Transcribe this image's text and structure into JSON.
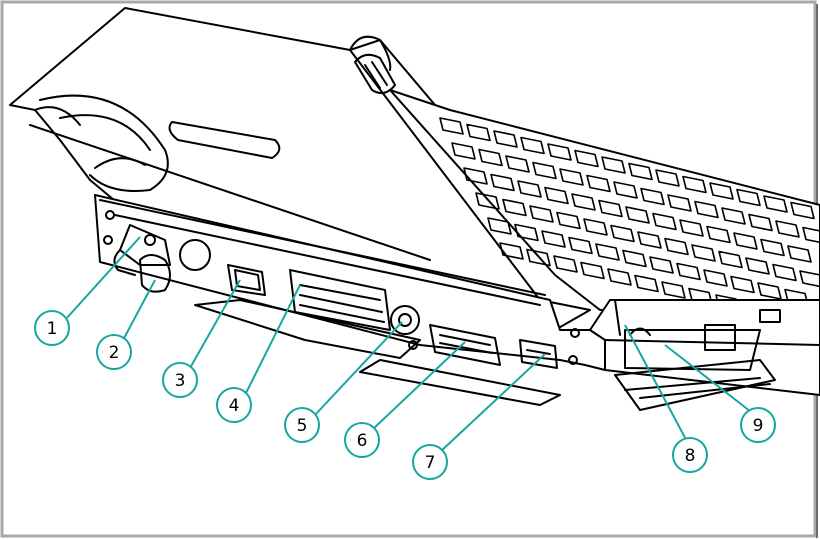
{
  "callouts": [
    {
      "number": "1"
    },
    {
      "number": "2"
    },
    {
      "number": "3"
    },
    {
      "number": "4"
    },
    {
      "number": "5"
    },
    {
      "number": "6"
    },
    {
      "number": "7"
    },
    {
      "number": "8"
    },
    {
      "number": "9"
    }
  ],
  "colors": {
    "line_art": "#000000",
    "callout": "#17a6a0",
    "frame_border": "#a8a8a8",
    "background": "#ffffff"
  }
}
